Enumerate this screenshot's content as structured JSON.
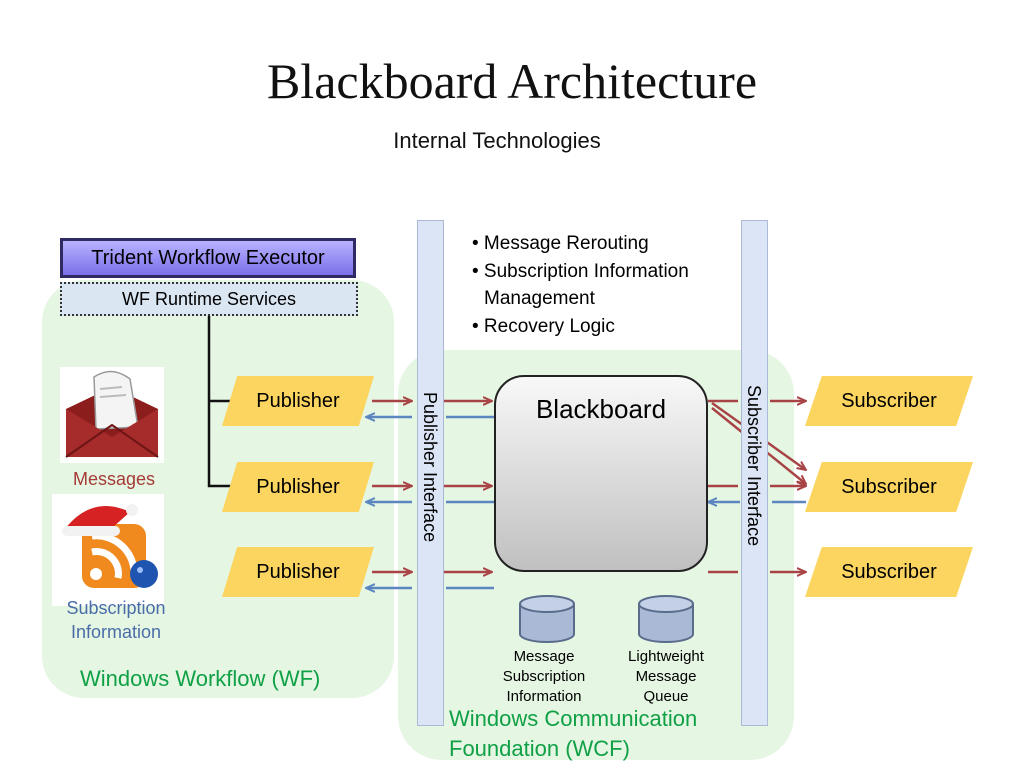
{
  "title": "Blackboard Architecture",
  "subtitle": "Internal Technologies",
  "wf": {
    "executor_label": "Trident Workflow Executor",
    "runtime_label": "WF Runtime Services",
    "region_label": "Windows Workflow (WF)",
    "messages_label": "Messages",
    "subscription_label_line1": "Subscription",
    "subscription_label_line2": "Information"
  },
  "wcf": {
    "region_label_line1": "Windows Communication",
    "region_label_line2": "Foundation (WCF)",
    "publisher_interface_label": "Publisher Interface",
    "subscriber_interface_label": "Subscriber Interface",
    "blackboard_label": "Blackboard",
    "db_message_subscription": [
      "Message",
      "Subscription",
      "Information"
    ],
    "db_lightweight_queue": [
      "Lightweight",
      "Message",
      "Queue"
    ]
  },
  "bullets": [
    "• Message Rerouting",
    "• Subscription Information",
    "  Management",
    "• Recovery Logic"
  ],
  "publishers": [
    "Publisher",
    "Publisher",
    "Publisher"
  ],
  "subscribers": [
    "Subscriber",
    "Subscriber",
    "Subscriber"
  ],
  "colors": {
    "region_fill": "#e5f6e3",
    "region_label": "#10a046",
    "publisher_fill": "#fbd560",
    "red_arrow": "#a84446",
    "blue_arrow": "#5b86c0",
    "messages_label": "#a53a36",
    "subscription_label": "#4a6da8"
  },
  "icons": {
    "messages": "envelope-icon",
    "subscription": "rss-feed-icon"
  }
}
